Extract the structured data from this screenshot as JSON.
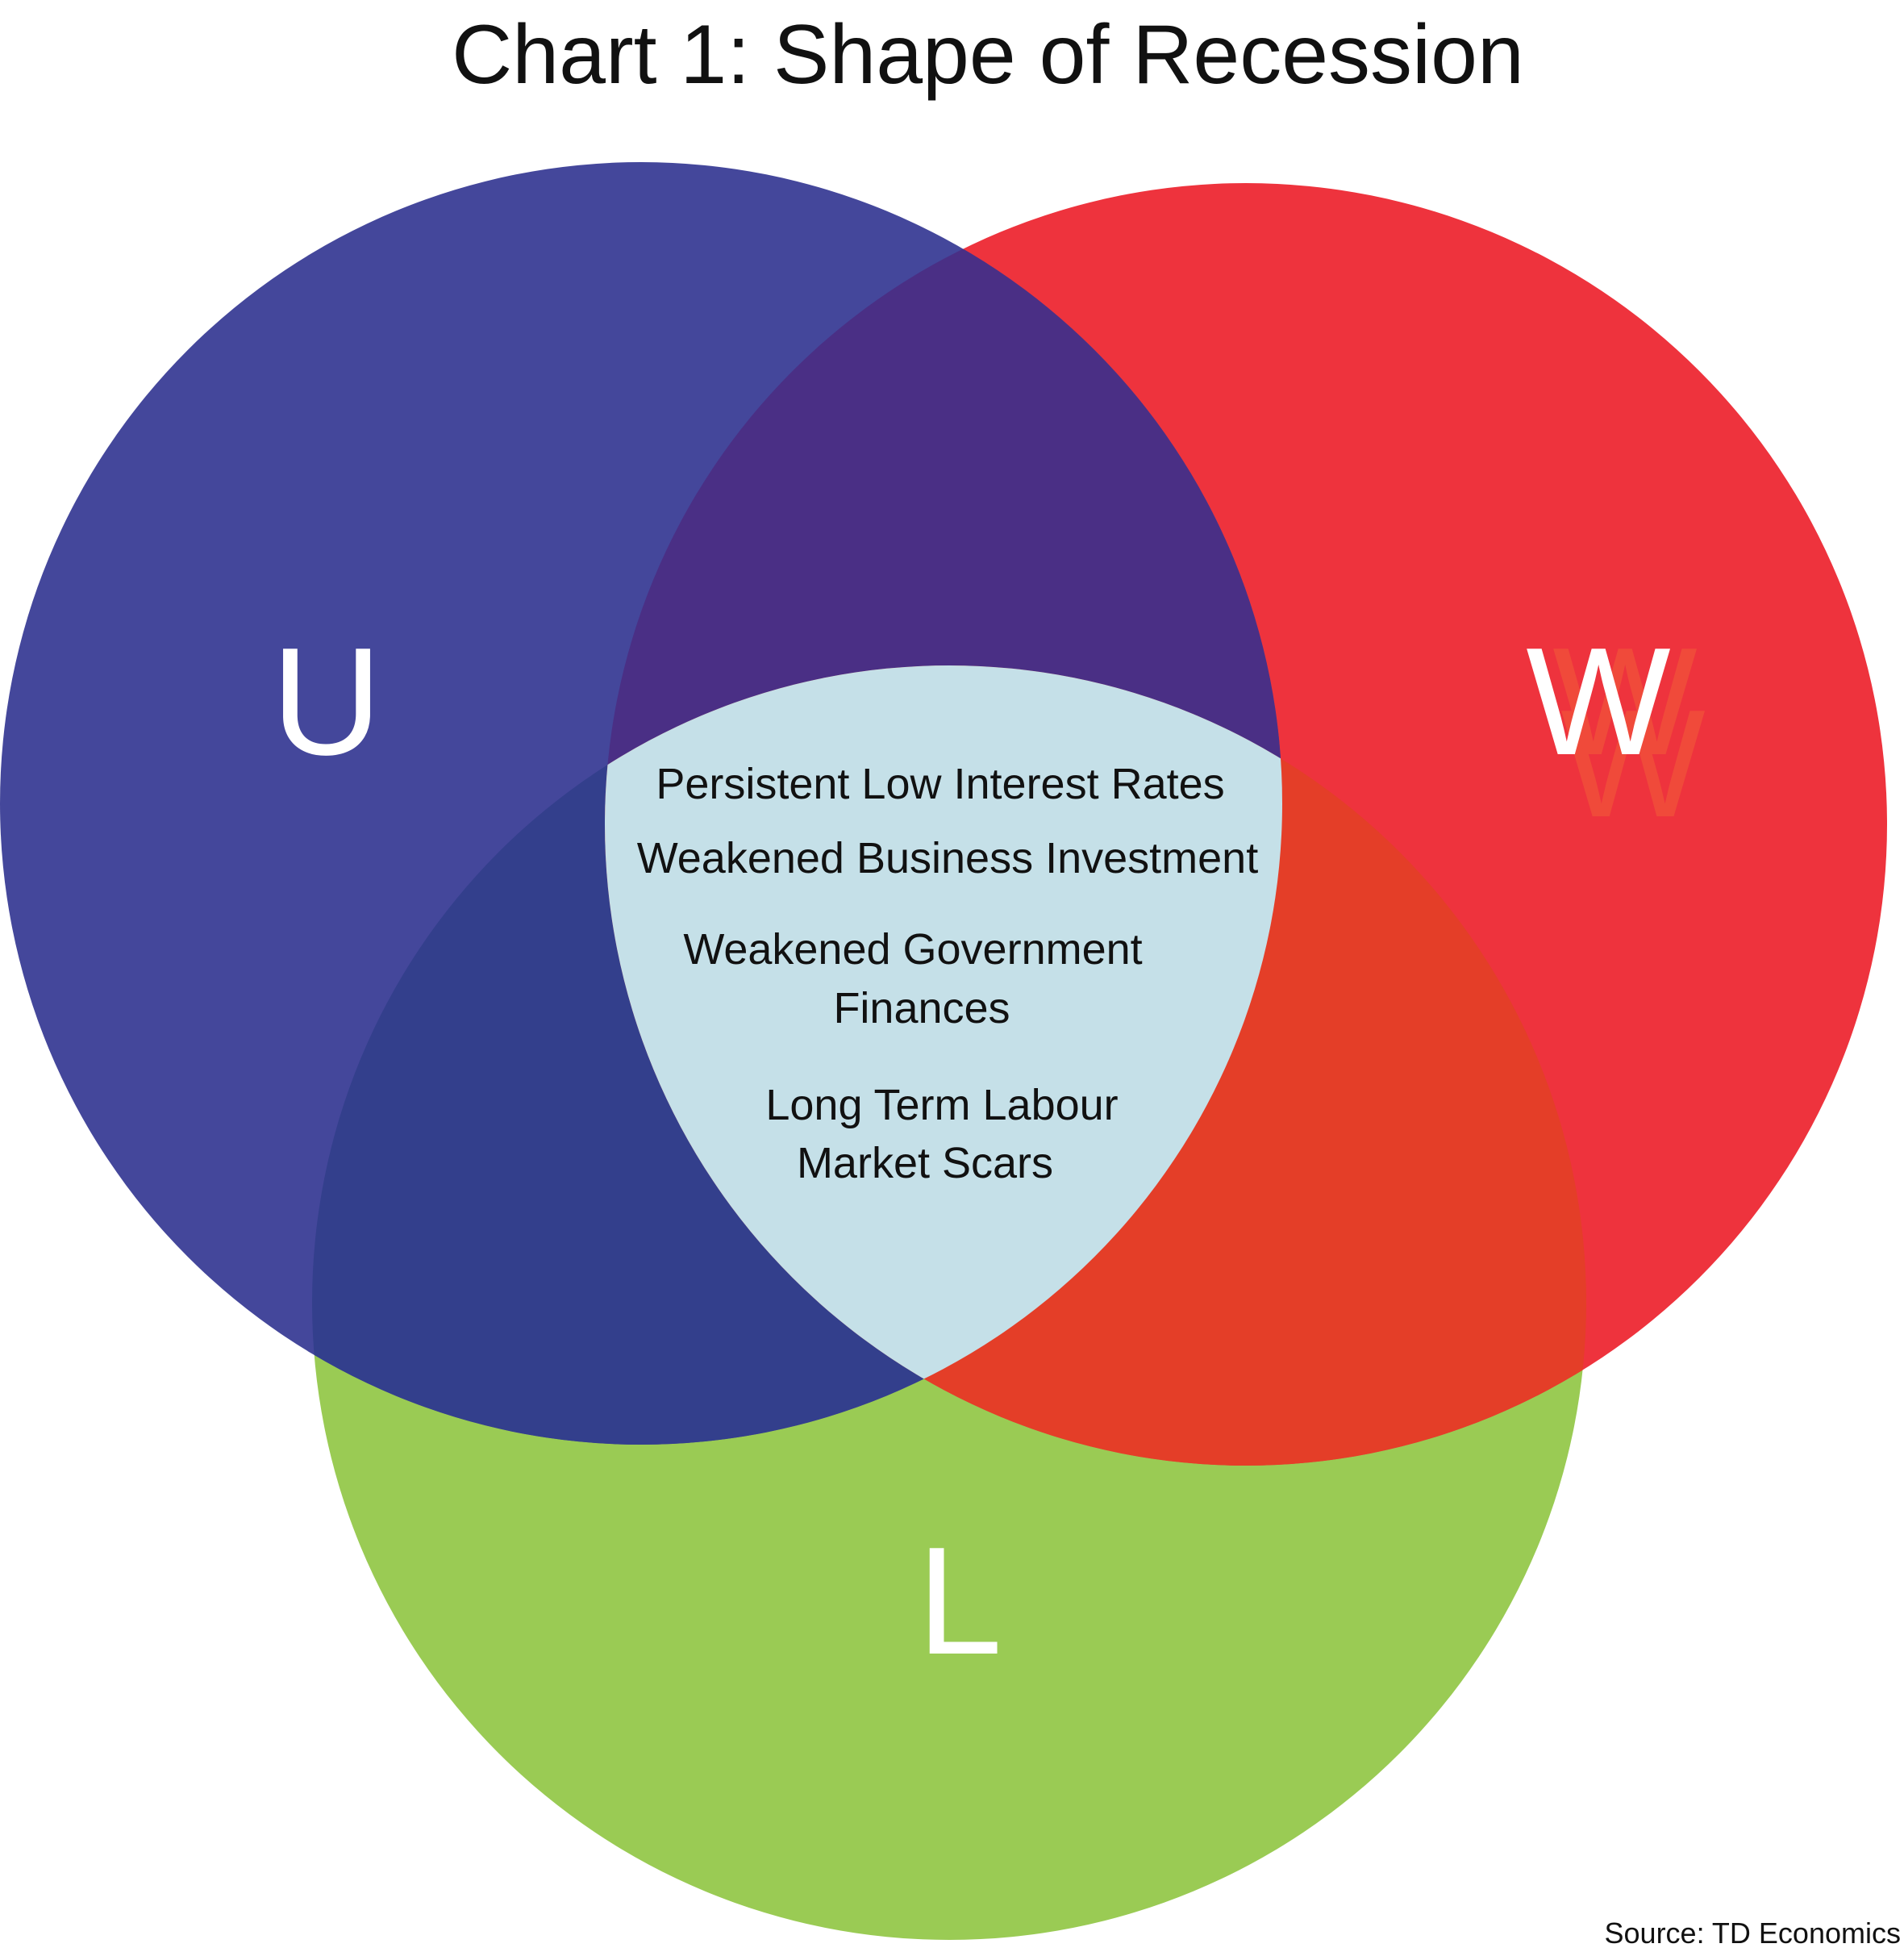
{
  "title": "Chart 1: Shape of Recession",
  "source": "Source: TD Economics",
  "circles": [
    {
      "label": "U",
      "color": "#44479b"
    },
    {
      "label": "W",
      "color": "#ee333d"
    },
    {
      "label": "L",
      "color": "#9acb54"
    }
  ],
  "overlap_colors": {
    "U_W": "#4a2f85",
    "U_L": "#333f8c",
    "W_L": "#e43e28",
    "all": "#c5e0e8"
  },
  "center_items": [
    "Persistent Low Interest Rates",
    "Weakened Business Investment",
    "Weakened Government",
    "Finances",
    "Long Term Labour",
    "Market Scars"
  ]
}
